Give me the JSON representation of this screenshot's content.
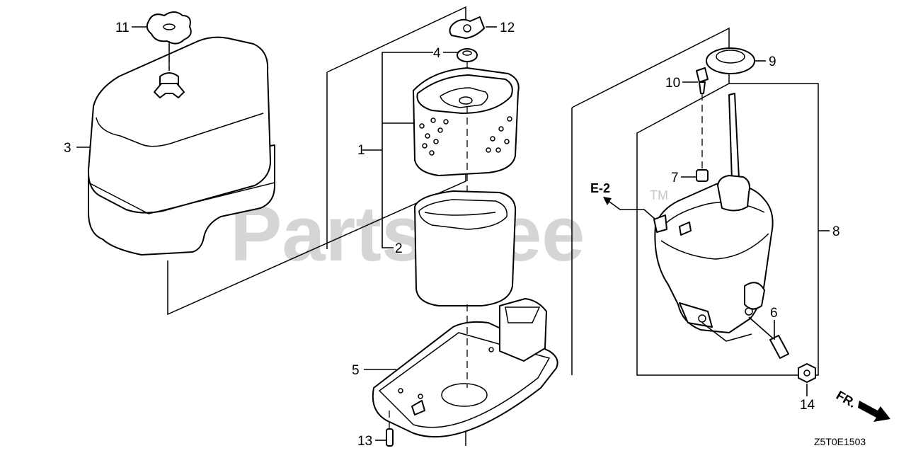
{
  "diagram": {
    "watermark": "PartsTree",
    "trademark": "TM",
    "drawing_code": "Z5T0E1503",
    "ref_label": "E-2",
    "direction_label": "FR."
  },
  "callouts": [
    {
      "id": "c1",
      "label": "1"
    },
    {
      "id": "c2",
      "label": "2"
    },
    {
      "id": "c3",
      "label": "3"
    },
    {
      "id": "c4",
      "label": "4"
    },
    {
      "id": "c5",
      "label": "5"
    },
    {
      "id": "c6",
      "label": "6"
    },
    {
      "id": "c7",
      "label": "7"
    },
    {
      "id": "c8",
      "label": "8"
    },
    {
      "id": "c9",
      "label": "9"
    },
    {
      "id": "c10",
      "label": "10"
    },
    {
      "id": "c11",
      "label": "11"
    },
    {
      "id": "c12",
      "label": "12"
    },
    {
      "id": "c13",
      "label": "13"
    },
    {
      "id": "c14",
      "label": "14"
    }
  ]
}
